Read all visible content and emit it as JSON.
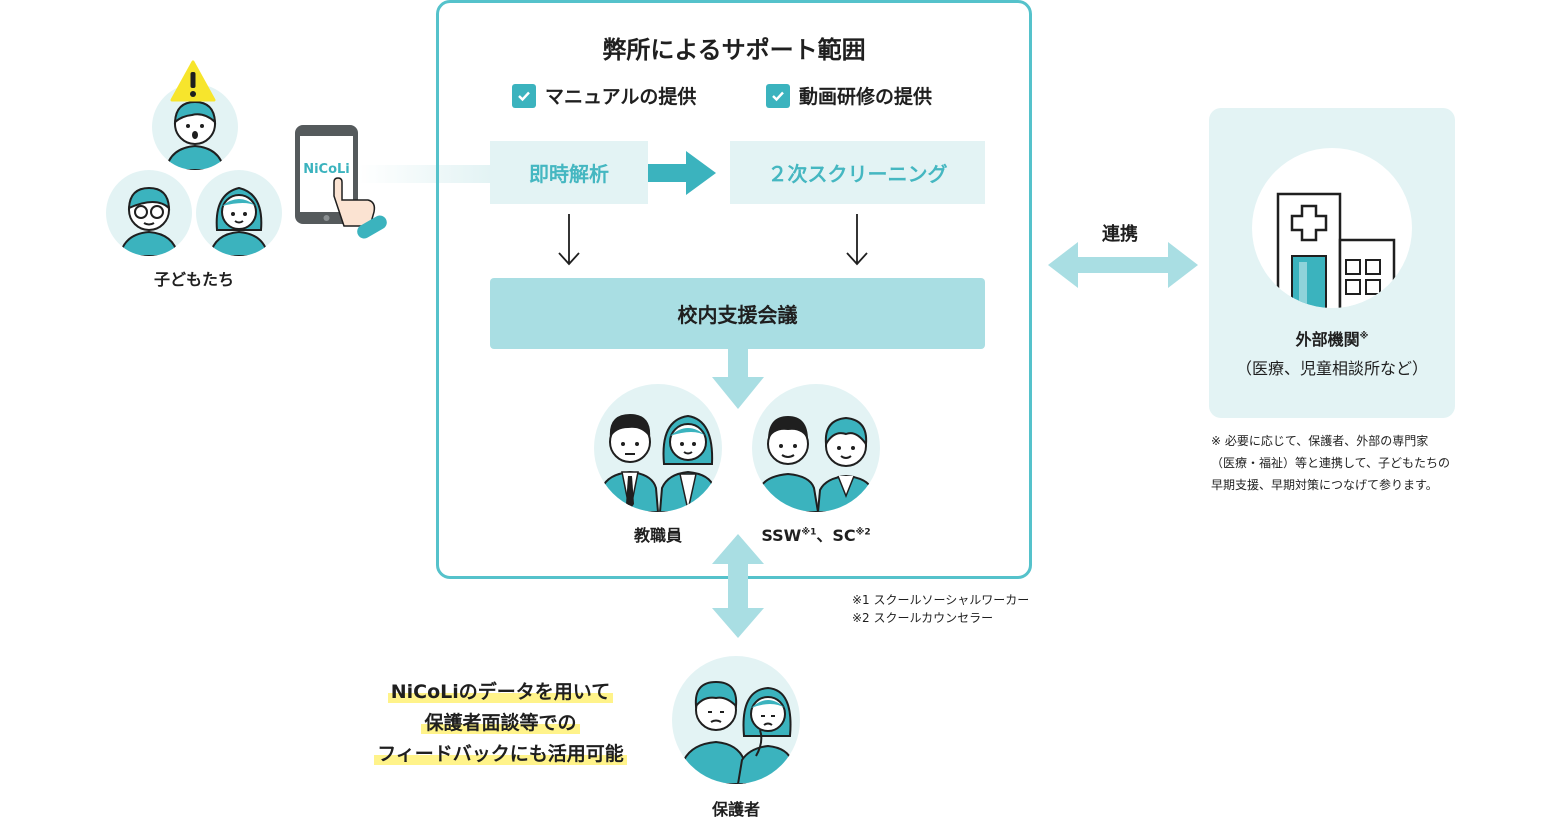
{
  "children": {
    "label": "子どもたち"
  },
  "tablet": {
    "app_logo": "NiCoLi"
  },
  "support": {
    "title": "弊所によるサポート範囲",
    "checks": [
      "マニュアルの提供",
      "動画研修の提供"
    ],
    "step_realtime": "即時解析",
    "step_screening": "２次スクリーニング",
    "meeting": "校内支援会議",
    "staff_teachers": "教職員",
    "staff_ssw": "SSW",
    "staff_ssw_note": "※1",
    "staff_sep": "、",
    "staff_sc": "SC",
    "staff_sc_note": "※2"
  },
  "footnotes": [
    "※1 スクールソーシャルワーカー",
    "※2 スクールカウンセラー"
  ],
  "link_label": "連携",
  "external": {
    "title": "外部機関",
    "title_note": "※",
    "subtitle": "（医療、児童相談所など）",
    "note_lines": [
      "※ 必要に応じて、保護者、外部の専門家",
      "（医療・福祉）等と連携して、子どもたちの",
      "早期支援、早期対策につなげて参ります。"
    ]
  },
  "parents": {
    "label": "保護者"
  },
  "feedback": {
    "lines": [
      "NiCoLiのデータを用いて",
      "保護者面談等での",
      "フィードバックにも活用可能"
    ]
  },
  "colors": {
    "accent": "#3bb3be",
    "accent_light": "#e3f3f4",
    "accent_mid": "#a9dee3",
    "highlight": "#fff38a",
    "warning": "#f7e52c"
  }
}
